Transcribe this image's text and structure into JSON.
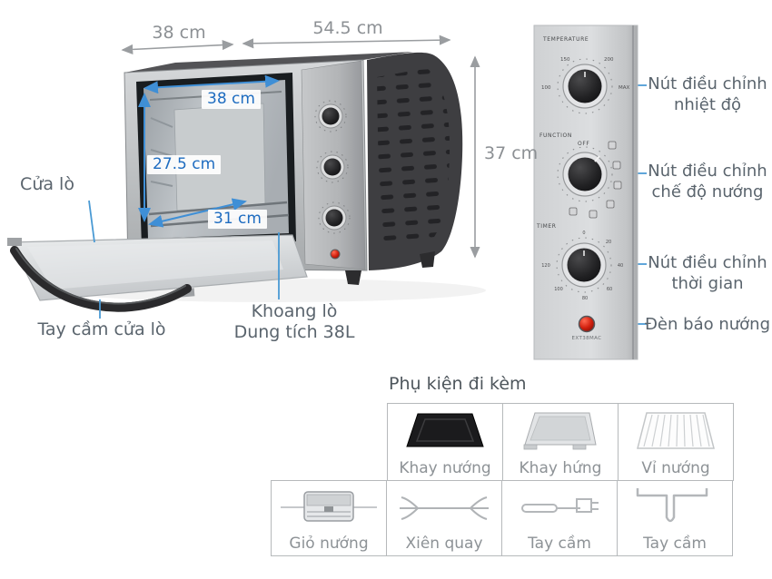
{
  "dimensions": {
    "door_width": "38 cm",
    "body_width": "54.5 cm",
    "body_height": "37 cm",
    "inner_width": "38 cm",
    "inner_height": "27.5 cm",
    "inner_depth": "31 cm"
  },
  "callouts": {
    "door": "Cửa lò",
    "door_handle": "Tay cầm cửa lò",
    "cavity_line1": "Khoang lò",
    "cavity_line2": "Dung tích 38L",
    "temperature_knob": "Nút điều chỉnh nhiệt độ",
    "function_knob": "Nút điều chỉnh chế độ nướng",
    "timer_knob": "Nút điều chỉnh thời gian",
    "indicator_light": "Đèn báo nướng"
  },
  "panel": {
    "temperature_label": "TEMPERATURE",
    "function_label": "FUNCTION",
    "timer_label": "TIMER",
    "off_label": "OFF",
    "model": "EXT38MAC",
    "temp_marks": [
      "100",
      "150",
      "200",
      "MAX"
    ],
    "timer_marks": [
      "0",
      "20",
      "40",
      "60",
      "80",
      "100",
      "120"
    ]
  },
  "accessories": {
    "title": "Phụ kiện đi kèm",
    "row1": [
      {
        "label": "Khay nướng",
        "icon": "baking-tray-icon"
      },
      {
        "label": "Khay hứng",
        "icon": "drip-tray-icon"
      },
      {
        "label": "Vỉ nướng",
        "icon": "wire-rack-icon"
      }
    ],
    "row2": [
      {
        "label": "Giỏ nướng",
        "icon": "rotisserie-basket-icon"
      },
      {
        "label": "Xiên quay",
        "icon": "rotisserie-skewer-icon"
      },
      {
        "label": "Tay cầm",
        "icon": "skewer-handle-icon"
      },
      {
        "label": "Tay cầm",
        "icon": "tray-handle-icon"
      }
    ]
  },
  "colors": {
    "accent_blue": "#3f8fd6",
    "dim_blue_text": "#1e6cc0",
    "dim_gray": "#9a9da0",
    "label_gray": "#5a646d"
  }
}
